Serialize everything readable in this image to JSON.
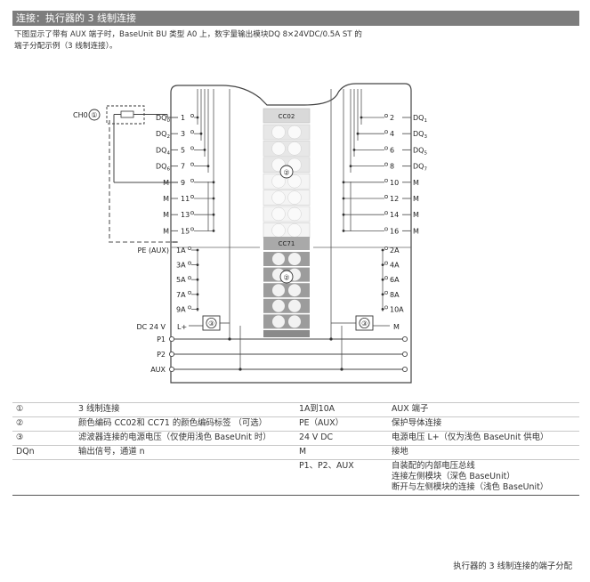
{
  "header": {
    "title": "连接：执行器的 3 线制连接"
  },
  "intro": {
    "line1": "下图显示了带有 AUX 端子时，BaseUnit BU 类型 A0 上，数字量输出模块DQ 8×24VDC/0.5A ST 的",
    "line2": "端子分配示例（3 线制连接）。"
  },
  "figure": {
    "ch0": "CH0",
    "marker1": "①",
    "marker2": "②",
    "marker3": "③",
    "cc02": "CC02",
    "cc71": "CC71",
    "left_dq": [
      {
        "label": "DQ",
        "sub": "0",
        "pin": "1"
      },
      {
        "label": "DQ",
        "sub": "2",
        "pin": "3"
      },
      {
        "label": "DQ",
        "sub": "4",
        "pin": "5"
      },
      {
        "label": "DQ",
        "sub": "6",
        "pin": "7"
      }
    ],
    "right_dq": [
      {
        "label": "DQ",
        "sub": "1",
        "pin": "2"
      },
      {
        "label": "DQ",
        "sub": "3",
        "pin": "4"
      },
      {
        "label": "DQ",
        "sub": "5",
        "pin": "6"
      },
      {
        "label": "DQ",
        "sub": "7",
        "pin": "8"
      }
    ],
    "left_m": [
      {
        "label": "M",
        "pin": "9"
      },
      {
        "label": "M",
        "pin": "11"
      },
      {
        "label": "M",
        "pin": "13"
      },
      {
        "label": "M",
        "pin": "15"
      }
    ],
    "right_m": [
      {
        "label": "M",
        "pin": "10"
      },
      {
        "label": "M",
        "pin": "12"
      },
      {
        "label": "M",
        "pin": "14"
      },
      {
        "label": "M",
        "pin": "16"
      }
    ],
    "left_aux": [
      {
        "label": "PE (AUX)",
        "pin": "1A"
      },
      {
        "label": "",
        "pin": "3A"
      },
      {
        "label": "",
        "pin": "5A"
      },
      {
        "label": "",
        "pin": "7A"
      },
      {
        "label": "",
        "pin": "9A"
      }
    ],
    "right_aux": [
      "2A",
      "4A",
      "6A",
      "8A",
      "10A"
    ],
    "dc24v": "DC 24 V",
    "lplus": "L+",
    "m_right": "M",
    "p1": "P1",
    "p2": "P2",
    "aux": "AUX"
  },
  "legend": [
    [
      "①",
      "3 线制连接",
      "1A到10A",
      "AUX 端子"
    ],
    [
      "②",
      "颜色编码 CC02和 CC71 的颜色编码标签 （可选）",
      "PE（AUX）",
      "保护导体连接"
    ],
    [
      "③",
      "滤波器连接的电源电压（仅使用浅色 BaseUnit 时）",
      "24 V DC",
      "电源电压 L+（仅为浅色 BaseUnit 供电）"
    ],
    [
      "DQn",
      "输出信号，通道 n",
      "M",
      "接地"
    ],
    [
      "",
      "",
      "P1、P2、AUX",
      "自装配的内部电压总线"
    ]
  ],
  "legend_extra": [
    "连接左侧模块（深色 BaseUnit）",
    "断开与左侧模块的连接（浅色 BaseUnit）"
  ],
  "caption": "执行器的 3 线制连接的端子分配"
}
